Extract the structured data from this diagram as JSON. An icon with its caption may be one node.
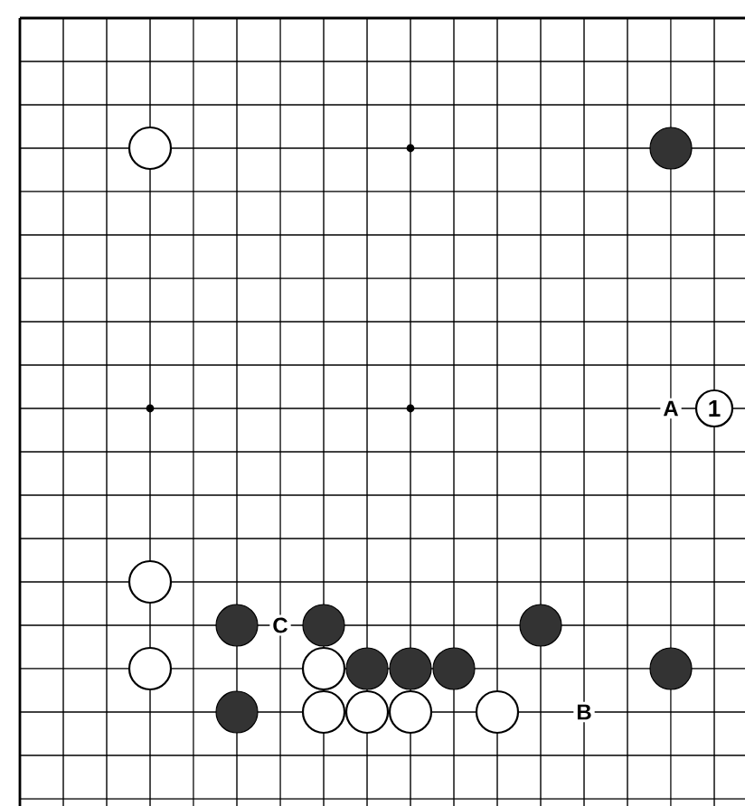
{
  "diagram": {
    "nodes": [
      {
        "text": [
          "1"
        ]
      }
    ],
    "labels": [
      "A",
      "C",
      "B"
    ]
  }
}
